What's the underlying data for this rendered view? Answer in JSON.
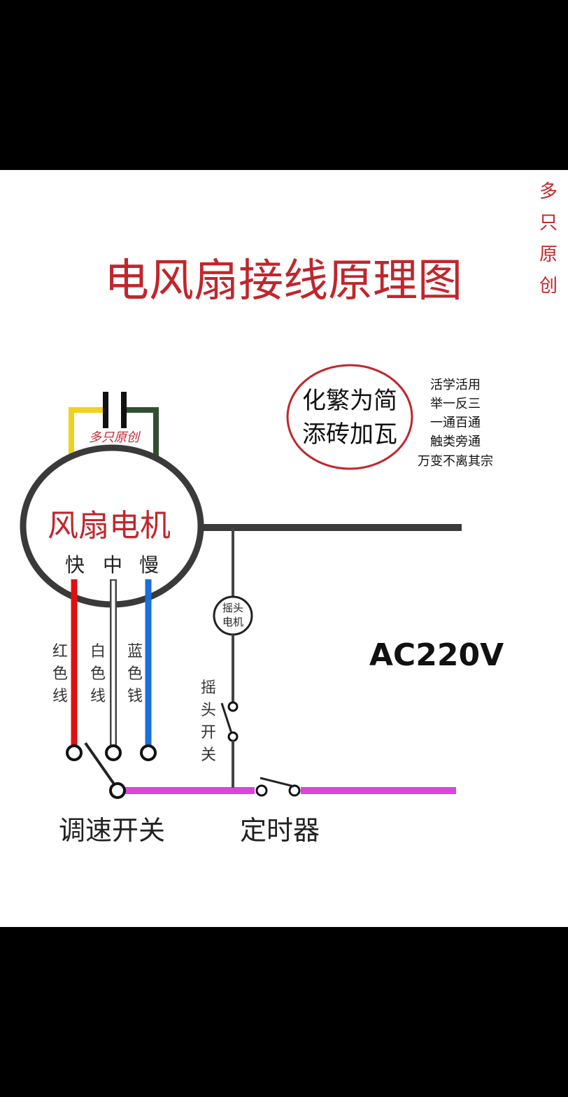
{
  "title": "电风扇接线原理图",
  "watermark_vertical": [
    "多",
    "只",
    "原",
    "创"
  ],
  "capacitor_label": "多只原创",
  "motor": {
    "label": "风扇电机",
    "speeds": [
      "快",
      "中",
      "慢"
    ]
  },
  "wires": [
    {
      "label": [
        "红",
        "色",
        "线"
      ],
      "color": "#e01010"
    },
    {
      "label": [
        "白",
        "色",
        "线"
      ],
      "color": "#ffffff"
    },
    {
      "label": [
        "蓝",
        "色",
        "钱"
      ],
      "color": "#1a6fd8"
    }
  ],
  "oscillating_motor": [
    "摇头",
    "电机"
  ],
  "oscillating_switch": [
    "摇",
    "头",
    "开",
    "关"
  ],
  "voltage": "AC220V",
  "speed_switch": "调速开关",
  "timer": "定时器",
  "motto_circle": [
    "化繁为简",
    "添砖加瓦"
  ],
  "motto_list": [
    "活学活用",
    "举一反三",
    "一通百通",
    "触类旁通",
    "万变不离其宗"
  ],
  "colors": {
    "title": "#c0262c",
    "neutral": "#3a3a3a",
    "live": "#d946d9",
    "capacitor_left": "#f0d020",
    "capacitor_right": "#2f4f2f",
    "circle_border": "#c0262c"
  }
}
